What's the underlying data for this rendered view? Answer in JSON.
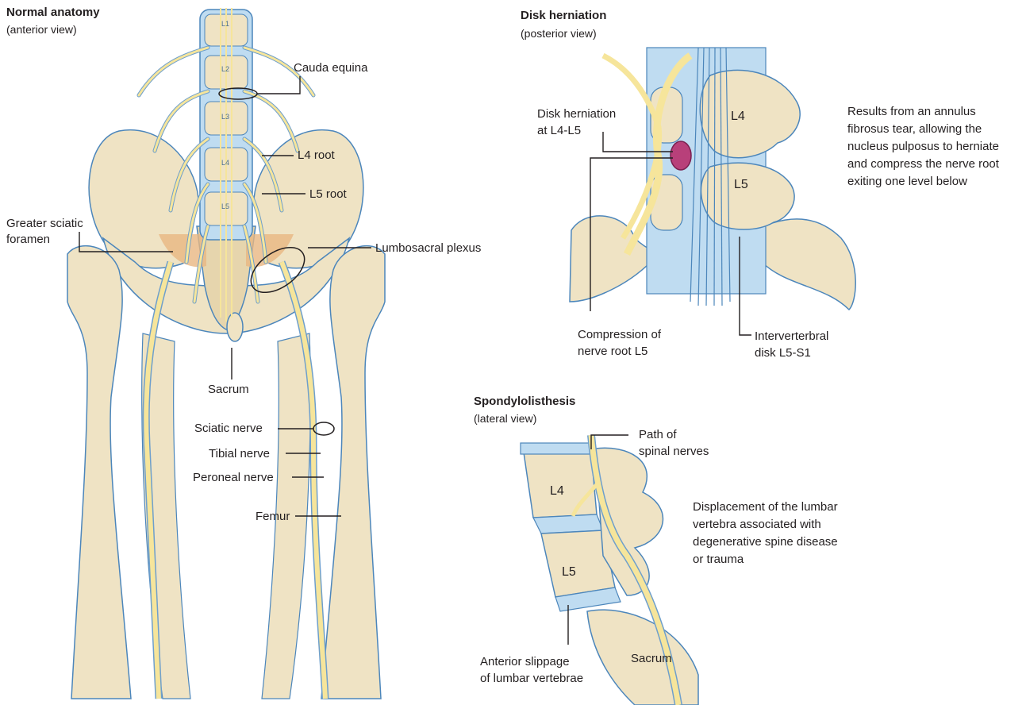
{
  "colors": {
    "bone": "#efe3c4",
    "bone_stroke": "#4c86bb",
    "nerve": "#f6e59b",
    "nerve_stroke": "#6e9fcc",
    "disk": "#bfdcf1",
    "plexus": "#e9b682",
    "herniation": "#b8407a",
    "leader": "#231f20"
  },
  "normal": {
    "title": "Normal anatomy",
    "subtitle": "(anterior view)",
    "vertebra_labels": [
      "L1",
      "L2",
      "L3",
      "L4",
      "L5"
    ],
    "labels": {
      "cauda_equina": "Cauda equina",
      "l4_root": "L4 root",
      "l5_root": "L5 root",
      "greater_sciatic_1": "Greater sciatic",
      "greater_sciatic_2": "foramen",
      "lumbosacral_plexus": "Lumbosacral plexus",
      "sacrum": "Sacrum",
      "sciatic_nerve": "Sciatic nerve",
      "tibial_nerve": "Tibial nerve",
      "peroneal_nerve": "Peroneal nerve",
      "femur": "Femur"
    }
  },
  "herniation": {
    "title": "Disk herniation",
    "subtitle": "(posterior view)",
    "labels": {
      "disk_herniation_1": "Disk herniation",
      "disk_herniation_2": "at L4-L5",
      "l4": "L4",
      "l5": "L5",
      "compression_1": "Compression of",
      "compression_2": "nerve root L5",
      "interverterbral_1": "Interverterbral",
      "interverterbral_2": "disk L5-S1"
    },
    "description": [
      "Results from an annulus",
      "fibrosus tear, allowing the",
      "nucleus pulposus to herniate",
      "and compress the nerve root",
      "exiting one level below"
    ]
  },
  "spondylolisthesis": {
    "title": "Spondylolisthesis",
    "subtitle": "(lateral view)",
    "labels": {
      "path_1": "Path of",
      "path_2": "spinal nerves",
      "l4": "L4",
      "l5": "L5",
      "sacrum": "Sacrum",
      "anterior_1": "Anterior slippage",
      "anterior_2": "of lumbar vertebrae"
    },
    "description": [
      "Displacement of the lumbar",
      "vertebra associated with",
      "degenerative spine disease",
      "or trauma"
    ]
  }
}
